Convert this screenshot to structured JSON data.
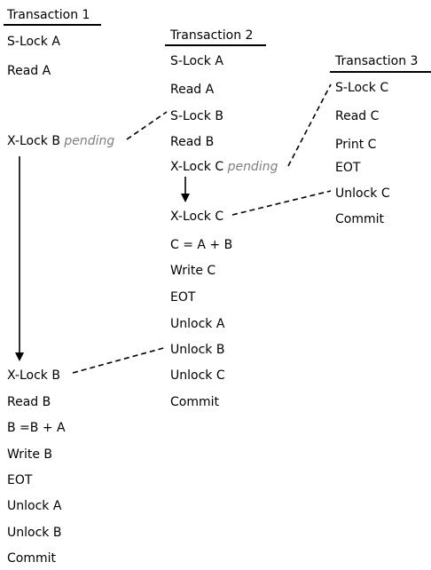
{
  "transactions": [
    {
      "header": "Transaction 1",
      "steps": [
        "S-Lock A",
        "Read A",
        "X-Lock B",
        "X-Lock B",
        "Read B",
        "B =B + A",
        "Write B",
        "EOT",
        "Unlock A",
        "Unlock B",
        "Commit"
      ],
      "pending_marker": "pending"
    },
    {
      "header": "Transaction 2",
      "steps": [
        "S-Lock A",
        "Read A",
        "S-Lock B",
        "Read B",
        "X-Lock C",
        "X-Lock C",
        "C = A + B",
        "Write C",
        "EOT",
        "Unlock A",
        "Unlock B",
        "Unlock C",
        "Commit"
      ],
      "pending_marker": "pending"
    },
    {
      "header": "Transaction 3",
      "steps": [
        "S-Lock C",
        "Read C",
        "Print C",
        "EOT",
        "Unlock C",
        "Commit"
      ]
    }
  ],
  "colors": {
    "text": "#000000",
    "pending": "#808080",
    "lines": "#000000"
  }
}
